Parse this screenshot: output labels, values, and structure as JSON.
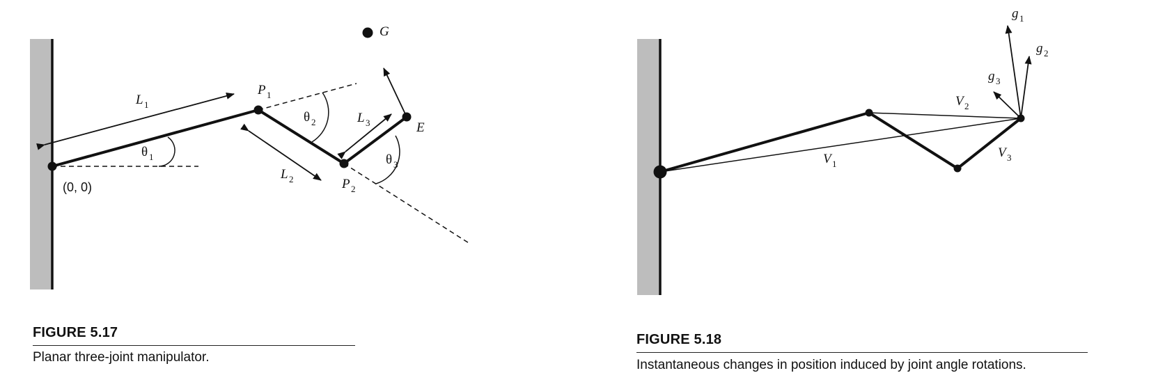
{
  "figure_517": {
    "title": "FIGURE 5.17",
    "caption": "Planar three-joint manipulator.",
    "labels": {
      "goal": "G",
      "end_effector": "E",
      "p1": "P",
      "p1_sub": "1",
      "p2": "P",
      "p2_sub": "2",
      "l1": "L",
      "l1_sub": "1",
      "l2": "L",
      "l2_sub": "2",
      "l3": "L",
      "l3_sub": "3",
      "theta1": "θ",
      "theta1_sub": "1",
      "theta2": "θ",
      "theta2_sub": "2",
      "theta3": "θ",
      "theta3_sub": "3",
      "origin": "(0, 0)"
    }
  },
  "figure_518": {
    "title": "FIGURE 5.18",
    "caption": "Instantaneous changes in position induced by joint angle rotations.",
    "labels": {
      "v1": "V",
      "v1_sub": "1",
      "v2": "V",
      "v2_sub": "2",
      "v3": "V",
      "v3_sub": "3",
      "g1": "g",
      "g1_sub": "1",
      "g2": "g",
      "g2_sub": "2",
      "g3": "g",
      "g3_sub": "3"
    }
  },
  "colors": {
    "wall": "#bdbdbd",
    "ink": "#111111"
  }
}
